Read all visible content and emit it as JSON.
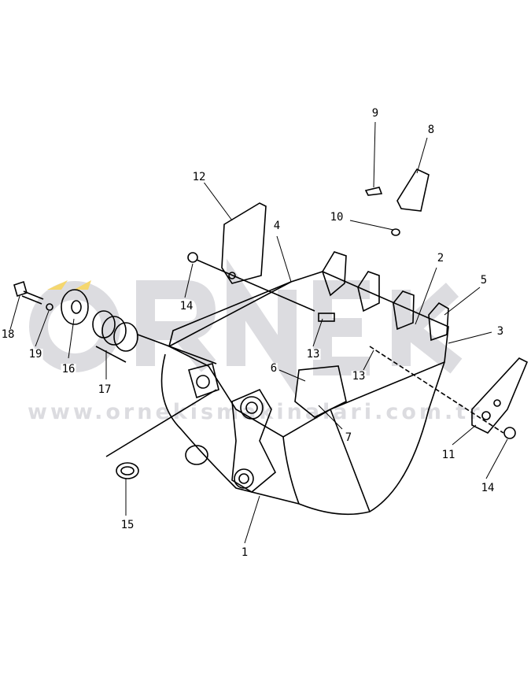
{
  "diagram": {
    "title": "Excavator bucket parts diagram",
    "watermark_logo": "ÖRNEK",
    "watermark_url": "www.ornekismakinalari.com.tr",
    "watermark_colors": {
      "text": "#d4d4d8",
      "accent": "#f5d76e"
    },
    "callouts": [
      "1",
      "2",
      "3",
      "4",
      "5",
      "6",
      "7",
      "8",
      "9",
      "10",
      "11",
      "12",
      "13",
      "13",
      "14",
      "14",
      "15",
      "16",
      "17",
      "18",
      "19"
    ]
  }
}
